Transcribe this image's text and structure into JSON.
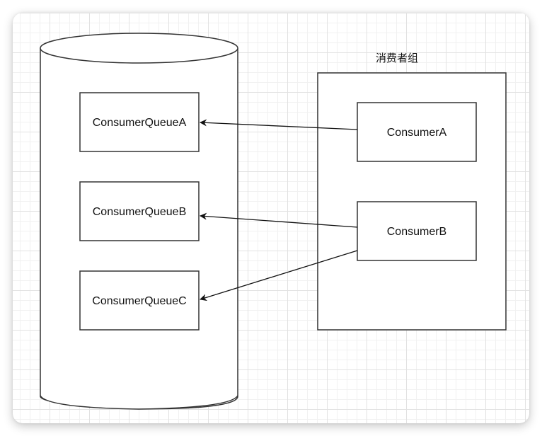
{
  "diagram": {
    "storage_shape": "cylinder",
    "group": {
      "title": "消费者组"
    },
    "queues": [
      {
        "label": "ConsumerQueueA"
      },
      {
        "label": "ConsumerQueueB"
      },
      {
        "label": "ConsumerQueueC"
      }
    ],
    "consumers": [
      {
        "label": "ConsumerA"
      },
      {
        "label": "ConsumerB"
      }
    ],
    "edges": [
      {
        "from": "ConsumerA",
        "to": "ConsumerQueueA"
      },
      {
        "from": "ConsumerB",
        "to": "ConsumerQueueB"
      },
      {
        "from": "ConsumerB",
        "to": "ConsumerQueueC"
      }
    ],
    "colors": {
      "stroke": "#333333",
      "fill": "#ffffff",
      "grid_major": "#e2e2e2",
      "grid_minor": "#f1f1f1"
    }
  }
}
